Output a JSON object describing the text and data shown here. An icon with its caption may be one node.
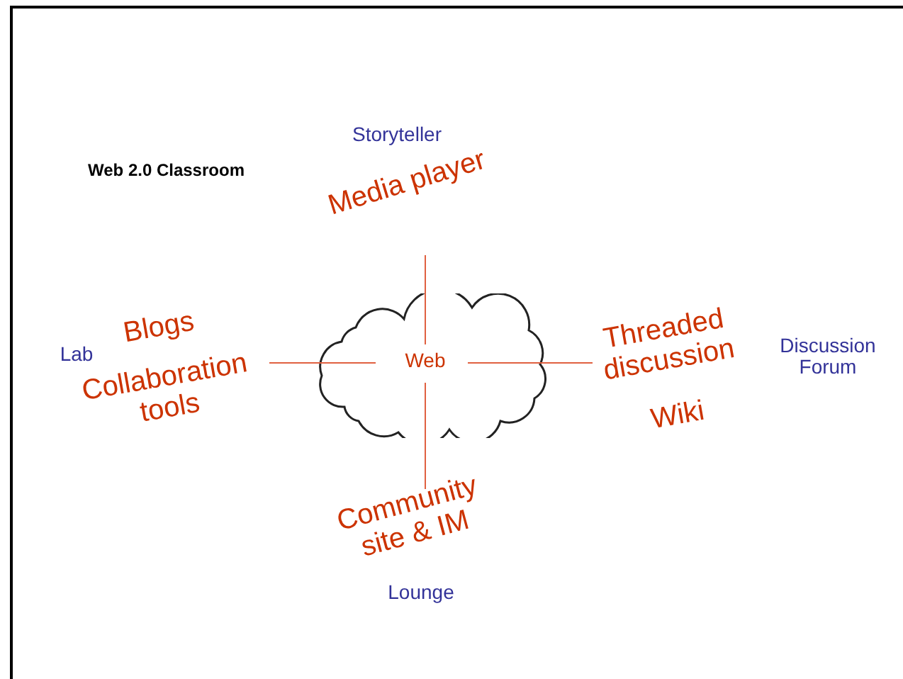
{
  "diagram": {
    "title": "Web 2.0 Classroom",
    "nodes": [
      {
        "text": [
          "Web"
        ]
      }
    ],
    "labels": [
      "Storyteller",
      "Media player",
      "Lab",
      "Blogs",
      "Collaboration tools",
      "Threaded discussion",
      "Discussion Forum",
      "Wiki",
      "Community site & IM",
      "Lounge"
    ]
  }
}
